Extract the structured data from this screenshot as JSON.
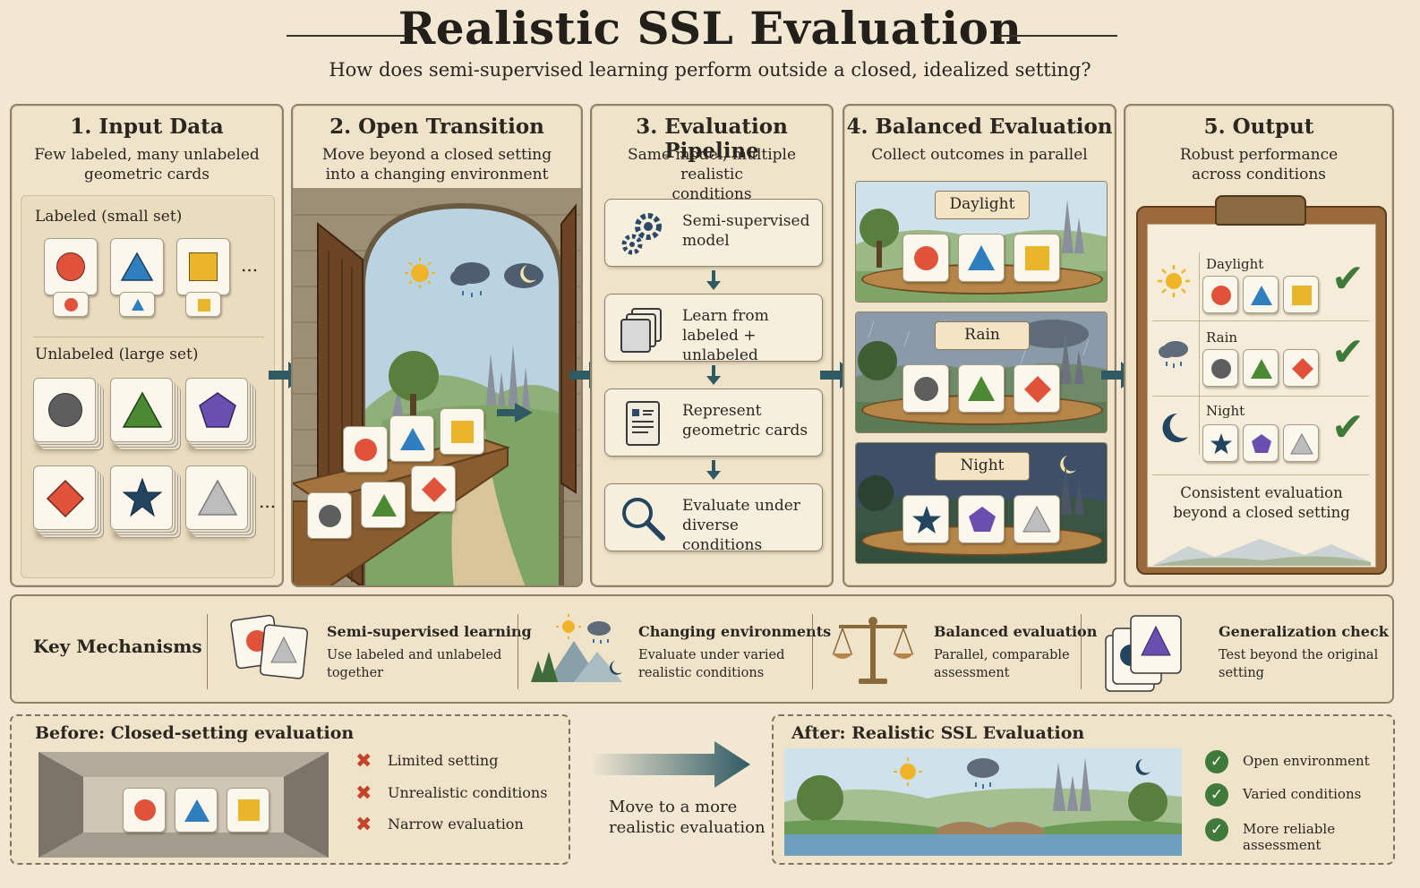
{
  "header": {
    "title": "Realistic SSL Evaluation",
    "subtitle": "How does semi-supervised learning perform outside a closed, idealized setting?"
  },
  "colors": {
    "red": "#e0533a",
    "blue": "#2f7fbf",
    "yellow": "#e8b52b",
    "gray_dark": "#5e5e5e",
    "green": "#4b8a33",
    "purple": "#6a4fb0",
    "navy": "#24455f",
    "light_gray": "#bdbdbd",
    "check_green": "#3f7a3a",
    "x_red": "#c4442a",
    "arrow": "#2f5a63"
  },
  "panel1": {
    "title": "1. Input Data",
    "subtitle_line1": "Few labeled, many unlabeled",
    "subtitle_line2": "geometric cards",
    "labeled_label": "Labeled (small set)",
    "unlabeled_label": "Unlabeled (large set)",
    "ellipsis": "..."
  },
  "panel2": {
    "title": "2. Open Transition",
    "subtitle_line1": "Move beyond a closed setting",
    "subtitle_line2": "into a changing environment"
  },
  "panel3": {
    "title": "3. Evaluation Pipeline",
    "subtitle_line1": "Same model, multiple realistic",
    "subtitle_line2": "conditions",
    "steps": [
      {
        "line1": "Semi-supervised",
        "line2": "model",
        "icon": "gears-icon"
      },
      {
        "line1": "Learn from",
        "line2": "labeled + unlabeled",
        "icon": "cards-icon"
      },
      {
        "line1": "Represent",
        "line2": "geometric cards",
        "icon": "document-icon"
      },
      {
        "line1": "Evaluate under",
        "line2": "diverse conditions",
        "icon": "magnifier-icon"
      }
    ]
  },
  "panel4": {
    "title": "4. Balanced Evaluation",
    "subtitle": "Collect outcomes in parallel",
    "scenes": [
      "Daylight",
      "Rain",
      "Night"
    ]
  },
  "panel5": {
    "title": "5. Output",
    "subtitle_line1": "Robust performance",
    "subtitle_line2": "across conditions",
    "rows": [
      "Daylight",
      "Rain",
      "Night"
    ],
    "footer_line1": "Consistent evaluation",
    "footer_line2": "beyond a closed setting"
  },
  "mechanisms": {
    "title": "Key Mechanisms",
    "items": [
      {
        "title": "Semi-supervised learning",
        "line1": "Use labeled and unlabeled",
        "line2": "together"
      },
      {
        "title": "Changing environments",
        "line1": "Evaluate under varied",
        "line2": "realistic conditions"
      },
      {
        "title": "Balanced evaluation",
        "line1": "Parallel, comparable",
        "line2": "assessment"
      },
      {
        "title": "Generalization check",
        "line1": "Test beyond the original",
        "line2": "setting"
      }
    ]
  },
  "before": {
    "title": "Before:  Closed-setting evaluation",
    "items": [
      "Limited setting",
      "Unrealistic conditions",
      "Narrow evaluation"
    ]
  },
  "transition": {
    "line1": "Move to a more",
    "line2": "realistic evaluation"
  },
  "after": {
    "title": "After:  Realistic SSL Evaluation",
    "items": [
      "Open environment",
      "Varied conditions",
      "More reliable assessment"
    ]
  }
}
